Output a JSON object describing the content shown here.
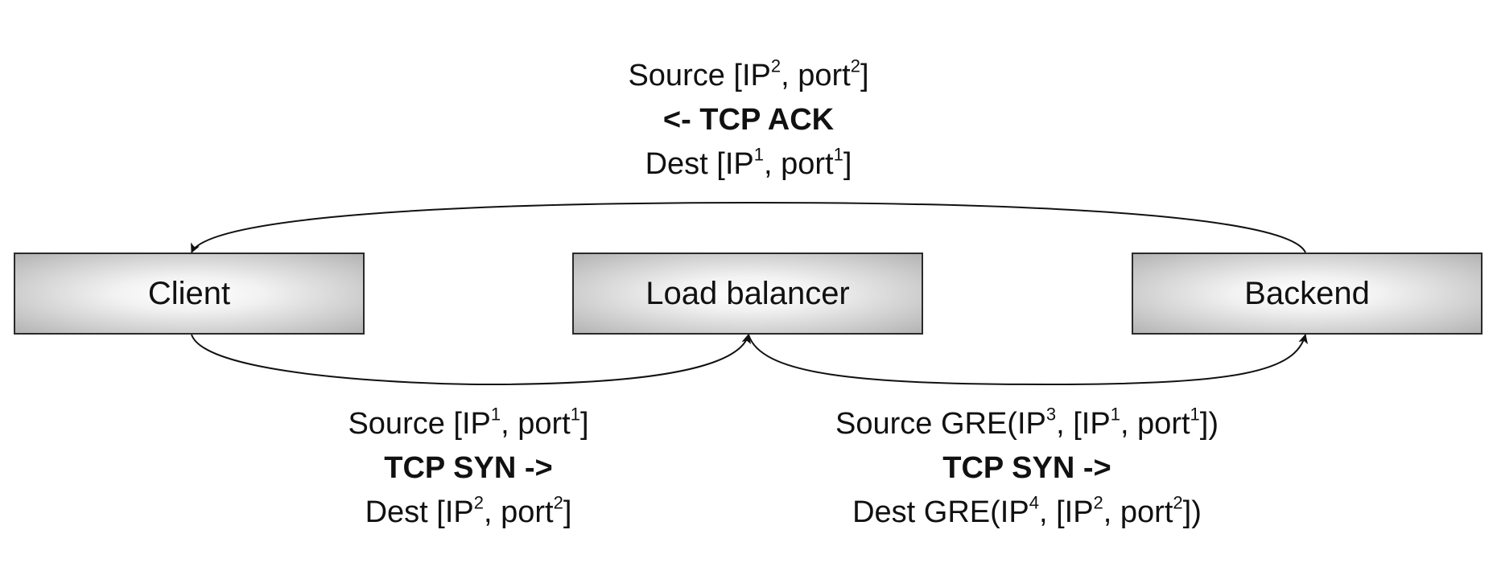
{
  "nodes": {
    "client": "Client",
    "load_balancer": "Load balancer",
    "backend": "Backend"
  },
  "ack_flow": {
    "source": {
      "prefix": "Source [IP",
      "sup1": "2",
      "mid": ", port",
      "sup2": "2",
      "suffix": "]"
    },
    "action": "<- TCP ACK",
    "dest": {
      "prefix": "Dest [IP",
      "sup1": "1",
      "mid": ", port",
      "sup2": "1",
      "suffix": "]"
    }
  },
  "syn_client_to_lb": {
    "source": {
      "prefix": "Source [IP",
      "sup1": "1",
      "mid": ", port",
      "sup2": "1",
      "suffix": "]"
    },
    "action": "TCP SYN ->",
    "dest": {
      "prefix": "Dest [IP",
      "sup1": "2",
      "mid": ", port",
      "sup2": "2",
      "suffix": "]"
    }
  },
  "syn_lb_to_backend": {
    "source": {
      "prefix": "Source GRE(IP",
      "sup1": "3",
      "mid1": ", [IP",
      "sup2": "1",
      "mid2": ", port",
      "sup3": "1",
      "suffix": "])"
    },
    "action": "TCP SYN ->",
    "dest": {
      "prefix": "Dest GRE(IP",
      "sup1": "4",
      "mid1": ", [IP",
      "sup2": "2",
      "mid2": ", port",
      "sup3": "2",
      "suffix": "])"
    }
  },
  "colors": {
    "stroke": "#111111",
    "box_border": "#2a2a2a"
  }
}
